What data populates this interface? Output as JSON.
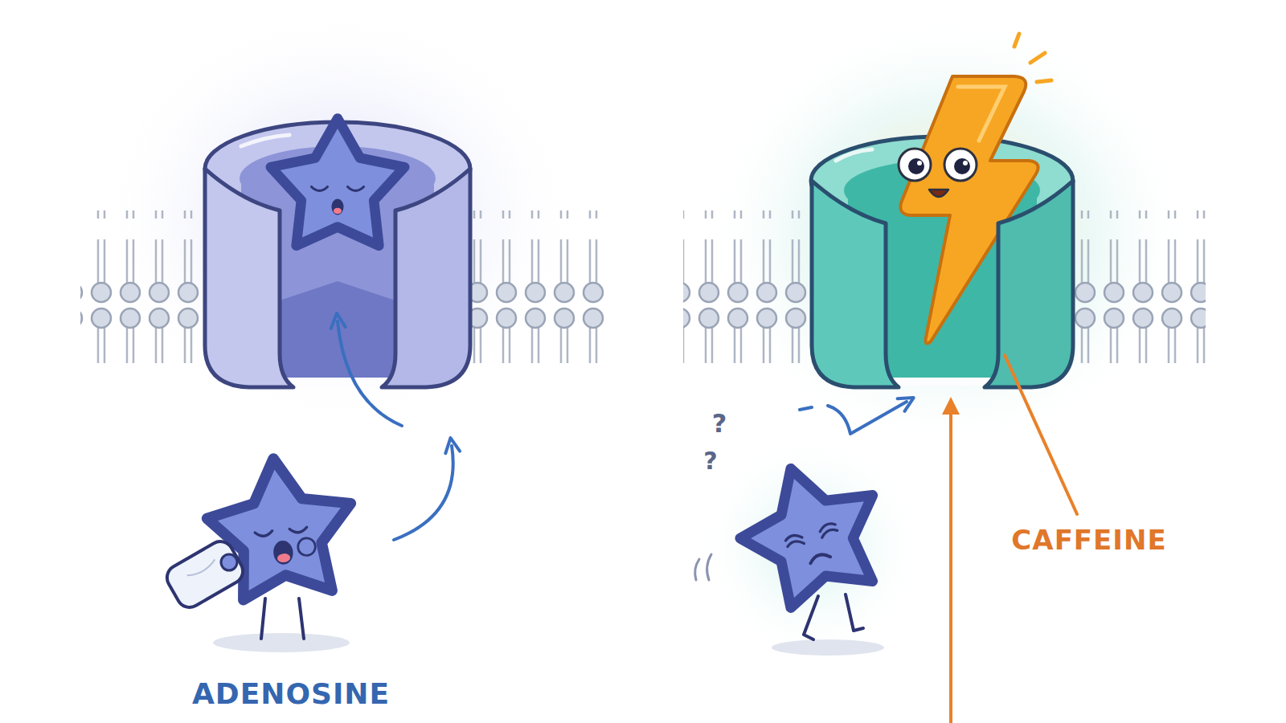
{
  "diagram": {
    "labels": [
      "ADENOSINE",
      "CAFFEINE",
      "?",
      "?"
    ]
  }
}
